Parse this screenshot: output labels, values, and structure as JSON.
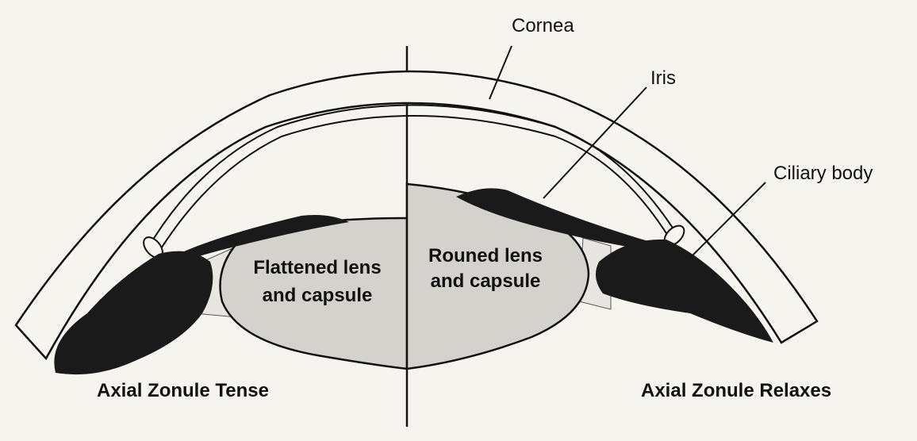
{
  "labels": {
    "cornea": "Cornea",
    "iris": "Iris",
    "ciliary_body": "Ciliary body",
    "flattened_lens_line1": "Flattened lens",
    "flattened_lens_line2": "and capsule",
    "rounded_lens_line1": "Rouned lens",
    "rounded_lens_line2": "and capsule",
    "left_caption": "Axial Zonule Tense",
    "right_caption": "Axial Zonule Relaxes"
  },
  "colors": {
    "background": "#f6f4ef",
    "lens_fill": "#d4d2cc",
    "dark_tissue": "#1a1a1a",
    "cornea_fill": "#f7f5f0",
    "stroke": "#111111"
  }
}
